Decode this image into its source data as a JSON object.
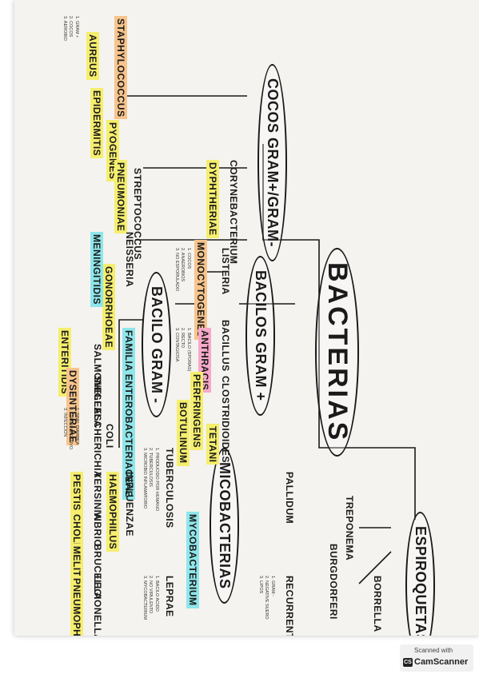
{
  "document": {
    "main_title": "BACTERIAS",
    "branches": {
      "cocos": "COCOS GRAM+/GRAM-",
      "bacilos": "BACILOS GRAM +",
      "espiroquetas": "ESPIROQUETAS",
      "bacilo_gram_neg": "BACILO GRAM -"
    },
    "espiroquetas_children": {
      "treponema": "TREPONEMA",
      "burgdorferi": "BURGDORFERI",
      "borrella": "BORRELLA",
      "recurrentis": "RECURRENTIS",
      "pallidum": "PALLIDUM"
    },
    "micobacterias": {
      "title": "MICOBACTERIAS",
      "mycobacterium": "MYCOBACTERIUM",
      "tuberculosis": "TUBERCULOSIS",
      "leprae": "LEPRAE"
    },
    "bacilos_children": {
      "listeria": "LISTERIA",
      "monocytogenes": "MONOCYTOGENES",
      "bacillus": "BACILLUS",
      "anthracis": "ANTHRACIS",
      "clostridioides": "CLOSTRIDIOIDES",
      "perfringens": "PERFRINGENS",
      "botulinum": "BOTULINUM",
      "tetani": "TETANI"
    },
    "cocos_children": {
      "corynebacterium": "CORYNEBACTERIUM",
      "dyphtheriae": "DYPHTHERIAE",
      "staphylococcus": "STAPHYLOCOCCUS",
      "aureus": "AUREUS",
      "epidermitis": "EPIDERMITIS",
      "pyogenes": "PYOGENES",
      "pneumoniae": "PNEUMONIAE",
      "streptococcus": "STREPTOCOCCUS",
      "neisseria": "NEISSERIA",
      "gonorrhoeae": "GONORRHOEAE",
      "meningitidis": "MENINGITIDIS"
    },
    "gram_neg_children": {
      "familia": "FAMILIA ENTEROBACTERIACEAE",
      "salmonella": "SALMONELLA",
      "shigella": "SHIGELLA",
      "escherichia": "ESCHERICHIA",
      "coli": "COLI",
      "enteritidis": "ENTERITIDIS",
      "dysenteriae": "DYSENTERIAE",
      "yersinia": "YERSINIA",
      "pestis": "PESTIS",
      "vibrio": "VIBRIO",
      "cholerae": "CHOLERAE",
      "brucella": "BRUCELLA",
      "melitensis": "MELITENSIS",
      "influenzae": "INFLUENZAE",
      "haemophilus": "HAEMOPHILUS",
      "legionella": "LEGIONELLA",
      "pneumophila": "PNEUMOPHILA"
    },
    "notes": {
      "borrella": [
        "1. GRAM -",
        "2. NEGATIVE SUERO",
        "3. LIPOS"
      ],
      "tuberculosis": [
        "1. PRODUCIDO POR HUMANO",
        "2. TUBERCULOSIS",
        "3. MICROBIO INFLAMATORIO"
      ],
      "leprae": [
        "1. BACILO ACIDO",
        "2. NO VIRULENTO",
        "3. MYCOBACTERIUM"
      ],
      "listeria": [
        "1. COCOS",
        "2. ANAEROBIOS",
        "3. NO ESPORULADO"
      ],
      "anthracis": [
        "1. BACILO (SPORAS)",
        "2. RECTO",
        "3. CONTAGIOSA"
      ],
      "coli": [
        "1. SIMIL DIARREA",
        "2. GRAM NEGATIVO",
        "3. INFECCION"
      ],
      "staphylococcus": [
        "1. GRAM +",
        "2. COCOS",
        "3. AEROBIO"
      ]
    }
  },
  "watermark": {
    "top_line": "Scanned with",
    "brand": "CamScanner",
    "logo_letters": "CS"
  },
  "colors": {
    "pink": "#f7a9c9",
    "yellow": "#f5ee6e",
    "orange": "#f7c48c",
    "cyan": "#8fe6ea"
  }
}
